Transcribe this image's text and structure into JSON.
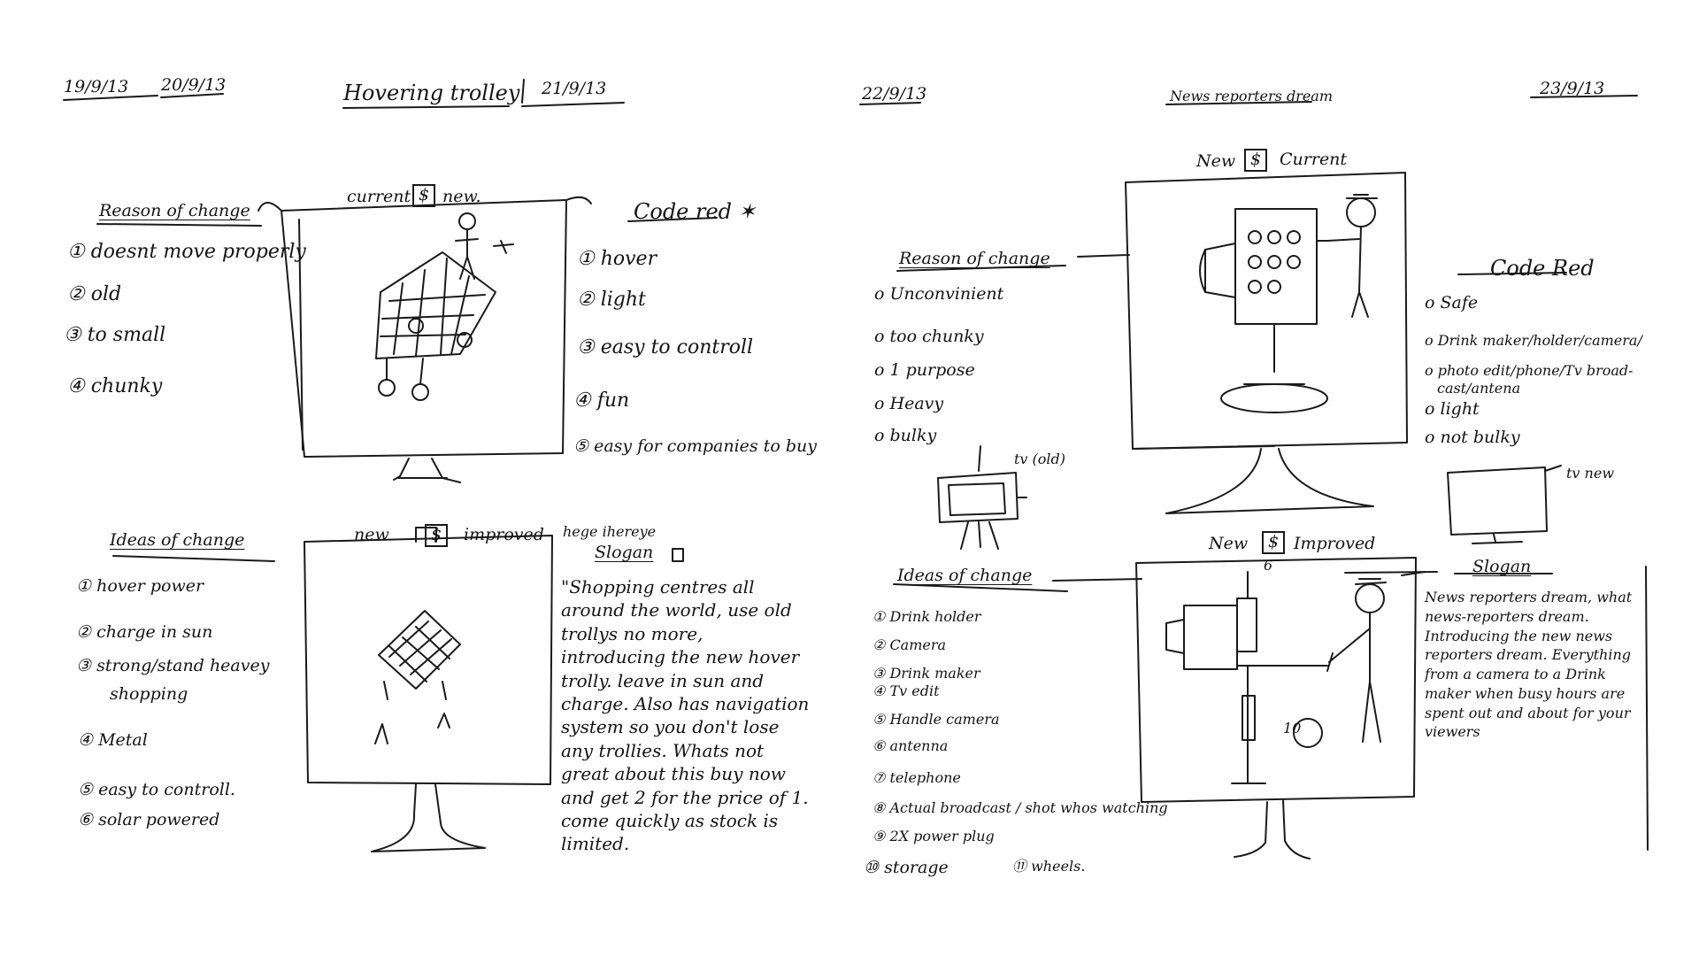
{
  "left_page": {
    "dates": [
      "19/9/13",
      "20/9/13",
      "21/9/13"
    ],
    "title": "Hovering trolley",
    "top_sketch_label": {
      "left": "current",
      "right": "new."
    },
    "bottom_sketch_label": {
      "left": "new",
      "right": "improved"
    },
    "bottom_scribble": "hege ihereye",
    "reason_heading": "Reason of change",
    "reasons": [
      "doesnt move properly",
      "old",
      "to small",
      "chunky"
    ],
    "code_red_heading": "Code red",
    "code_red": [
      "hover",
      "light",
      "easy to controll",
      "fun",
      "easy for companies to buy"
    ],
    "ideas_heading": "Ideas of change",
    "ideas": [
      "hover power",
      "charge in sun",
      "strong/stand heavey",
      "shopping",
      "Metal",
      "easy to controll.",
      "solar powered"
    ],
    "slogan_heading": "Slogan",
    "slogan_text": "\"Shopping centres all around the world, use old trollys no more, introducing the new hover trolly. leave in sun and charge. Also has navigation system so you don't lose any trollies. Whats not great about this buy now and get 2 for the price of 1. come quickly as stock is limited."
  },
  "right_page": {
    "date_left": "22/9/13",
    "title": "News reporters dream",
    "date_right": "23/9/13",
    "top_sketch_label": {
      "left": "New",
      "right": "Current"
    },
    "bottom_sketch_label": {
      "left": "New",
      "right": "Improved"
    },
    "reason_heading": "Reason of change",
    "reasons": [
      "Unconvinient",
      "too chunky",
      "1 purpose",
      "Heavy",
      "bulky"
    ],
    "tv_old_label": "tv (old)",
    "code_red_heading": "Code Red",
    "code_red": [
      "Safe",
      "Drink maker/holder/camera/",
      "photo edit/phone/Tv broad-",
      "cast/antena",
      "light",
      "not bulky"
    ],
    "tv_new_label": "tv new",
    "ideas_heading": "Ideas of change",
    "ideas": [
      "Drink holder",
      "Camera",
      "Drink maker",
      "Tv edit",
      "Handle camera",
      "antenna",
      "telephone",
      "Actual broadcast / shot whos watching",
      "2X power plug",
      "storage",
      "wheels."
    ],
    "slogan_heading": "Slogan",
    "slogan_text": "News reporters dream, what news-reporters dream. Introducing the new news reporters dream. Everything from a camera to a Drink maker when busy hours are spent out and about for your viewers"
  },
  "symbols": {
    "dollar_box": "$",
    "circled_numbers": [
      "1",
      "2",
      "3",
      "4",
      "5",
      "6",
      "7",
      "8",
      "9",
      "10",
      "11"
    ],
    "bullet": "o"
  }
}
